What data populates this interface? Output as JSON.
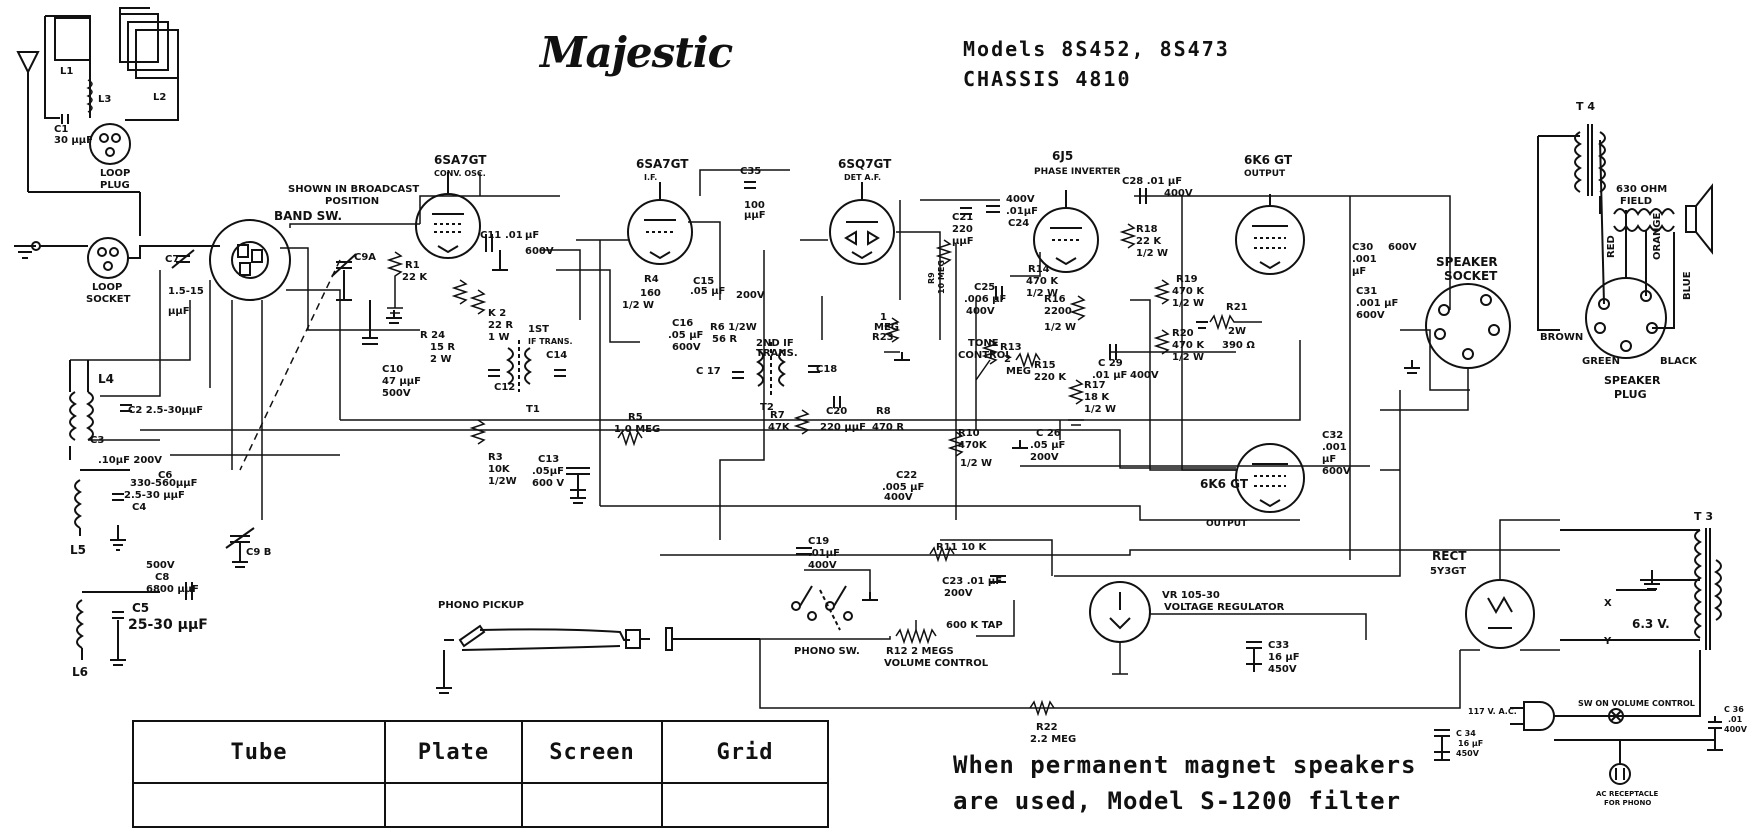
{
  "brand": "Majestic",
  "models_line": "Models 8S452, 8S473",
  "chassis_line": "CHASSIS 4810",
  "note_lines": [
    "When permanent magnet speakers",
    "are used, Model S-1200 filter"
  ],
  "table": {
    "headers": [
      "Tube",
      "Plate",
      "Screen",
      "Grid"
    ]
  },
  "tubes": {
    "conv": [
      "6SA7GT",
      "CONV. OSC."
    ],
    "if": [
      "6SA7GT",
      "I.F."
    ],
    "det": [
      "6SQ7GT",
      "DET A.F."
    ],
    "inv": [
      "6J5",
      "PHASE INVERTER"
    ],
    "out1": [
      "6K6 GT",
      "OUTPUT"
    ],
    "out2": [
      "6K6 GT",
      "OUTPUT"
    ],
    "reg": [
      "VR 105-30",
      "VOLTAGE REGULATOR"
    ],
    "rect": [
      "RECT",
      "5Y3GT"
    ]
  },
  "labels": {
    "l1": "L1",
    "l2": "L2",
    "l3": "L3",
    "l4": "L4",
    "l5": "L5",
    "l6": "L6",
    "loop_plug": [
      "LOOP",
      "PLUG"
    ],
    "loop_socket": [
      "LOOP",
      "SOCKET"
    ],
    "c1": [
      "C1",
      "30 µµF"
    ],
    "band_sw": [
      "SHOWN IN BROADCAST",
      "POSITION",
      "BAND SW."
    ],
    "c7": [
      "C7",
      "1.5-15",
      "µµF"
    ],
    "c2": "C2  2.5-30µµF",
    "c3": [
      "C3",
      ".10µF 200V"
    ],
    "c6": [
      "C6",
      "330-560µµF"
    ],
    "c4": [
      "2.5-30 µµF",
      "C4"
    ],
    "c9b": "C9 B",
    "c8": [
      "500V",
      "C8",
      "6800 µµF"
    ],
    "c5": [
      "C5",
      "25-30 µµF"
    ],
    "c9a": "C9A",
    "r1": [
      "R1",
      "22 K"
    ],
    "c10": [
      "C10",
      "47 µµF",
      "500V"
    ],
    "r24": [
      "R 24",
      "15 R",
      "2 W"
    ],
    "r2": [
      "K 2",
      "22 R",
      "1 W"
    ],
    "c11": [
      "C11",
      ".01",
      "µF",
      "600V"
    ],
    "t1": [
      "1ST",
      "IF TRANS.",
      "T1"
    ],
    "c12": "C12",
    "c14": "C14",
    "r3": [
      "R3",
      "10K",
      "1/2W"
    ],
    "c13": [
      "C13",
      ".05µF",
      "600 V"
    ],
    "r5": [
      "R5",
      "1.0 MEG"
    ],
    "c35": [
      "C35",
      "100",
      "µµF"
    ],
    "r4": [
      "R4",
      "160",
      "1/2 W"
    ],
    "c15": [
      "C15",
      ".05 µF"
    ],
    "c16": [
      "C16",
      ".05 µF",
      "600V"
    ],
    "r6": [
      "R6  1/2W",
      "56 R"
    ],
    "v200a": "200V",
    "c17": "C 17",
    "t2": [
      "2ND IF",
      "TRANS.",
      "T2"
    ],
    "c18": "C18",
    "r7": [
      "R7",
      "47K"
    ],
    "c20": [
      "C20",
      "220 µµF"
    ],
    "r8": [
      "R8",
      "470 R"
    ],
    "r9": [
      "R9",
      "10 MEG"
    ],
    "r23": [
      "1",
      "MEG",
      "R23"
    ],
    "c21": [
      "C21",
      "220",
      "µµF"
    ],
    "c24": [
      "400V",
      ".01µF",
      "C24"
    ],
    "c25": [
      "C25",
      ".006 µF",
      "400V"
    ],
    "tone": [
      "TONE",
      "CONTROL",
      "R13",
      "2",
      "MEG"
    ],
    "r10": [
      "R10",
      "470K",
      "1/2 W"
    ],
    "c22": [
      "C22",
      ".005 µF",
      "400V"
    ],
    "r14": [
      "R14",
      "470 K",
      "1/2 W"
    ],
    "r16": [
      "R16",
      "2200",
      "1/2 W"
    ],
    "r15": [
      "R15",
      "220 K"
    ],
    "c26": [
      "C 26",
      ".05 µF",
      "200V"
    ],
    "c28": [
      "C28  .01 µF",
      "400V"
    ],
    "r18": [
      "R18",
      "22 K",
      "1/2 W"
    ],
    "c29": [
      "C 29",
      ".01 µF"
    ],
    "v400a": "400V",
    "r17": [
      "R17",
      "18 K",
      "1/2 W"
    ],
    "r19": [
      "R19",
      "470 K",
      "1/2 W"
    ],
    "r21": [
      "R21",
      "2W",
      "390 Ω"
    ],
    "r20": [
      "R20",
      "470 K",
      "1/2 W"
    ],
    "c30": [
      "C30",
      ".001",
      "µF",
      "600V"
    ],
    "c31": [
      "C31",
      ".001 µF",
      "600V"
    ],
    "c32": [
      "C32",
      ".001",
      "µF",
      "600V"
    ],
    "spk_socket": [
      "SPEAKER",
      "SOCKET"
    ],
    "t4": "T 4",
    "field": [
      "630 OHM",
      "FIELD"
    ],
    "spk_wires": [
      "RED",
      "ORANGE",
      "BLUE",
      "BROWN",
      "GREEN",
      "BLACK"
    ],
    "spk_plug": [
      "SPEAKER",
      "PLUG"
    ],
    "t3": "T 3",
    "fil": [
      "X",
      "6.3 V.",
      "Y"
    ],
    "c19": [
      "C19",
      ".01µF",
      "400V"
    ],
    "r11": "R11 10 K",
    "c23": [
      "C23  .01 µF",
      "200V"
    ],
    "tap": "600 K TAP",
    "r12": [
      "R12  2 MEGS",
      "VOLUME CONTROL"
    ],
    "phono_pickup": "PHONO PICKUP",
    "phono_sw": "PHONO SW.",
    "r22": [
      "R22",
      "2.2 MEG"
    ],
    "c33": [
      "C33",
      "16 µF",
      "450V"
    ],
    "c34": [
      "C 34",
      "16 µF",
      "450V"
    ],
    "ac_in": "117 V. A.C.",
    "sw_vol": "SW ON VOLUME CONTROL",
    "c36": [
      "C 36",
      ".01",
      "400V"
    ],
    "ac_recept": [
      "AC RECEPTACLE",
      "FOR PHONO"
    ]
  }
}
